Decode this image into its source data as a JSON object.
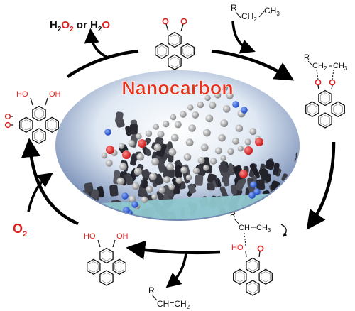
{
  "center": {
    "title": "Nanocarbon"
  },
  "products": {
    "oxidant_product": {
      "h": "H",
      "two": "2",
      "o": "O",
      "or": " or ",
      "h2": "H",
      "o2": "O"
    },
    "oxygen": {
      "o": "O",
      "sub": "2"
    },
    "alkene": {
      "r": "R",
      "chain": "CH=CH",
      "sub": "2"
    }
  },
  "molecules": {
    "alkane_top": {
      "r": "R",
      "chain": "CH",
      "sub1": "2",
      "ch3": "CH",
      "sub2": "3"
    },
    "adsorbed_alkane": {
      "r": "R",
      "chain": "CH",
      "sub1": "2",
      "ch": "CH",
      "sub2": "3"
    },
    "intermediate_bottom_right": {
      "r": "R",
      "ch": "CH",
      "ch2": "CH",
      "sub": "3",
      "ho": "HO",
      "o": "O"
    },
    "diol_bottom": {
      "ho": "HO",
      "oh": "OH"
    },
    "diol_left": {
      "ho": "HO",
      "oh": "OH"
    }
  },
  "colors": {
    "title": "#e8331c",
    "oxygen_red": "#e02020",
    "nitrogen_blue": "#1a55d8",
    "carbon_gray": "#9a9a9a",
    "substrate": "#8fc7cf"
  },
  "icons": [
    "carbon-nanotube-illustration",
    "cycle-arrow"
  ]
}
